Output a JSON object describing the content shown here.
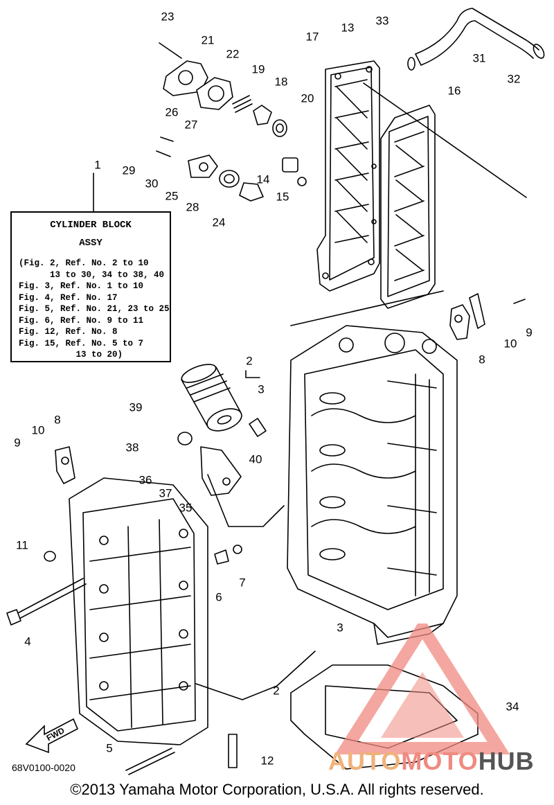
{
  "diagram": {
    "part_code": "68V0100-0020",
    "copyright": "©2013 Yamaha Motor Corporation, U.S.A. All rights reserved.",
    "fwd_label": "FWD",
    "legend": {
      "title": "CYLINDER BLOCK",
      "subtitle": "ASSY",
      "lines": [
        "(Fig. 2, Ref. No. 2 to 10",
        "      13 to 30, 34 to 38, 40",
        "Fig. 3, Ref. No. 1 to 10",
        "Fig. 4, Ref. No. 17",
        "Fig. 5, Ref. No. 21, 23 to 25",
        "Fig. 6, Ref. No. 9 to 11",
        "Fig. 12, Ref. No. 8",
        "Fig. 15, Ref. No. 5 to 7",
        "           13 to 20)"
      ]
    },
    "callouts": [
      "23",
      "21",
      "22",
      "19",
      "18",
      "17",
      "13",
      "33",
      "31",
      "32",
      "16",
      "20",
      "26",
      "27",
      "29",
      "30",
      "25",
      "28",
      "14",
      "15",
      "24",
      "1",
      "9",
      "10",
      "8",
      "2",
      "3",
      "39",
      "9",
      "10",
      "8",
      "38",
      "40",
      "36",
      "37",
      "35",
      "11",
      "6",
      "7",
      "4",
      "3",
      "2",
      "34",
      "5",
      "12"
    ],
    "watermark": {
      "part_a": "AUTO",
      "part_b": "MOTO",
      "part_c": "HUB"
    }
  }
}
